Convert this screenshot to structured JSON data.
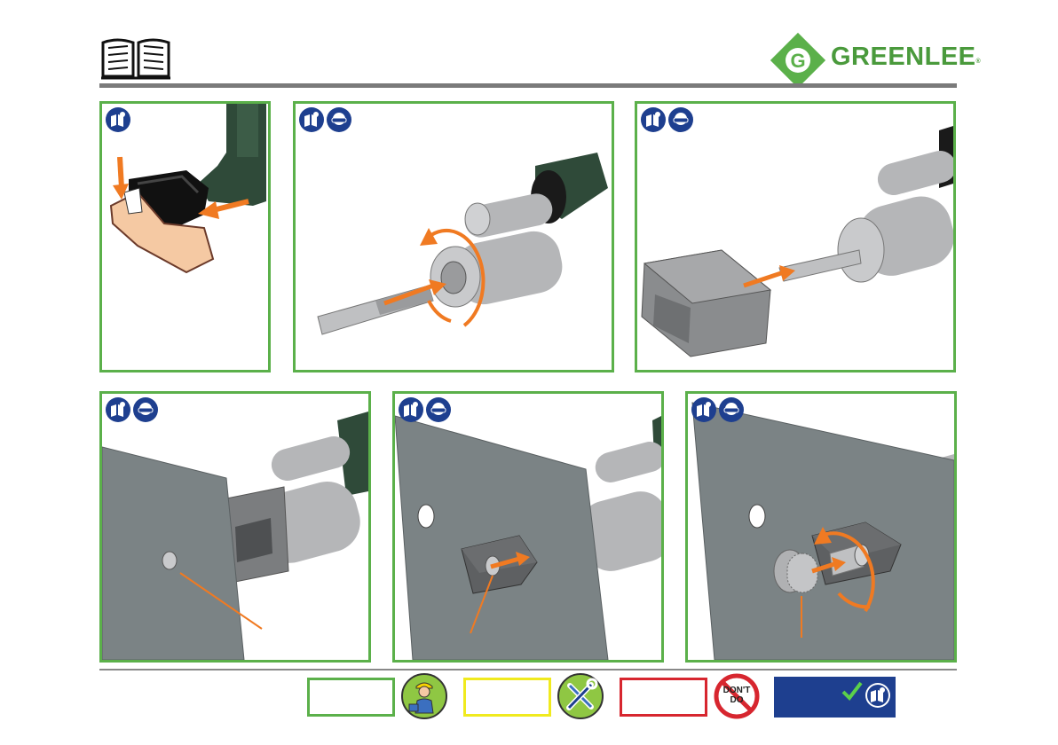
{
  "header": {
    "manual_icon": "open-book-icon",
    "brand": {
      "name": "GREENLEE",
      "registered": "®",
      "logo_letter": "G",
      "color": "#4a9a3c"
    },
    "rule_color": "#7a7a7a"
  },
  "panels": [
    {
      "id": "step-1",
      "ppe_icons": [
        "read-manual-icon"
      ],
      "scene": "insert-battery"
    },
    {
      "id": "step-2",
      "ppe_icons": [
        "read-manual-icon",
        "safety-glasses-icon"
      ],
      "scene": "thread-draw-stud"
    },
    {
      "id": "step-3",
      "ppe_icons": [
        "read-manual-icon",
        "safety-glasses-icon"
      ],
      "scene": "mount-die-holder"
    },
    {
      "id": "step-4",
      "ppe_icons": [
        "read-manual-icon",
        "safety-glasses-icon"
      ],
      "scene": "insert-through-pilot-hole"
    },
    {
      "id": "step-5",
      "ppe_icons": [
        "read-manual-icon",
        "safety-glasses-icon"
      ],
      "scene": "place-die"
    },
    {
      "id": "step-6",
      "ppe_icons": [
        "read-manual-icon",
        "safety-glasses-icon"
      ],
      "scene": "thread-punch"
    }
  ],
  "legend": {
    "items": [
      {
        "id": "green",
        "color": "#5bb04a",
        "icon": "worker-icon"
      },
      {
        "id": "yellow",
        "color": "#f0ea1e",
        "icon": "tools-icon"
      },
      {
        "id": "red",
        "color": "#d7262f",
        "icon": "dont-do-icon",
        "icon_text": [
          "DON'T",
          "DO"
        ]
      },
      {
        "id": "blue",
        "color": "#1e3f8f",
        "icon": "check-manual-icon"
      }
    ]
  },
  "colors": {
    "panel_border": "#5bb04a",
    "ppe_badge": "#1e3f8f",
    "arrow": "#f07a22",
    "metal": "#b5b6b8",
    "plate": "#7b8385",
    "tool_green": "#2f4a39"
  }
}
